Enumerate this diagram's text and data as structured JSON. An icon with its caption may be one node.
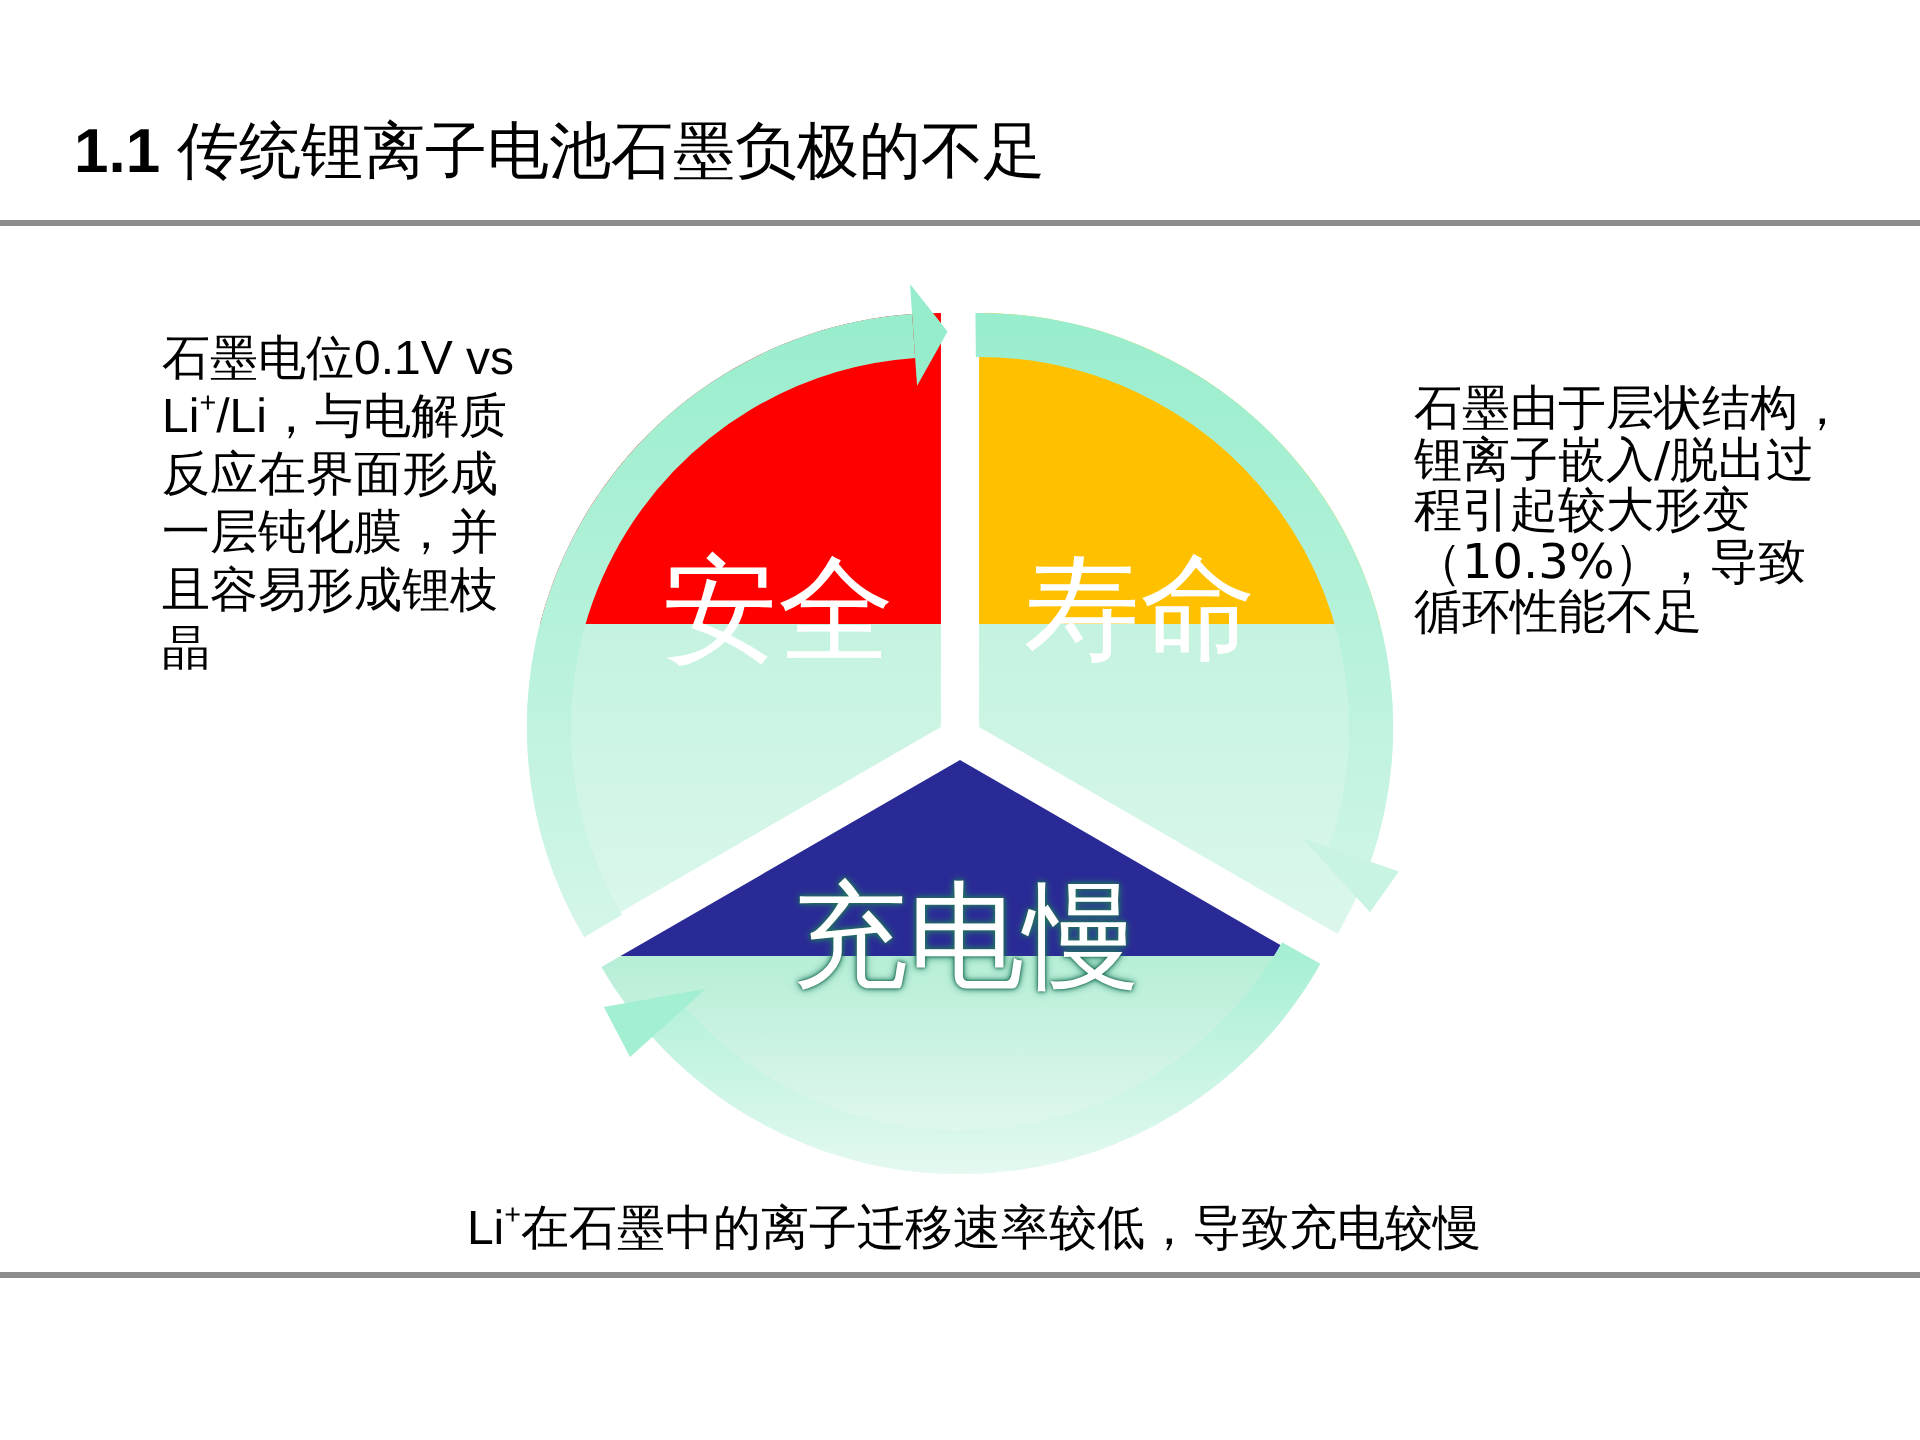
{
  "diagram": {
    "title": "**1.1** 传统锂离子电池石墨负极的不足",
    "nodes": [
      {
        "text": [
          "安全"
        ],
        "beside": [
          "石墨电位0.1V vs Li$^{+}$/Li，与电解质反应在界面形成一层钝化膜，并且容易形成锂枝晶"
        ]
      },
      {
        "text": [
          "寿命"
        ],
        "beside": [
          "石墨由于层状结构，锂离子嵌入/脱出过程引起较大形变（10.3%），导致循环性能不足"
        ]
      },
      {
        "text": [
          "充电慢"
        ],
        "beside": [
          "Li$^{+}$在石墨中的离子迁移速率较低，导致充电较慢"
        ]
      }
    ],
    "edges": [
      {
        "from": 0,
        "to": 1,
        "arrow": "to"
      },
      {
        "from": 1,
        "to": 2,
        "arrow": "to"
      },
      {
        "from": 2,
        "to": 0,
        "arrow": "to"
      }
    ]
  }
}
